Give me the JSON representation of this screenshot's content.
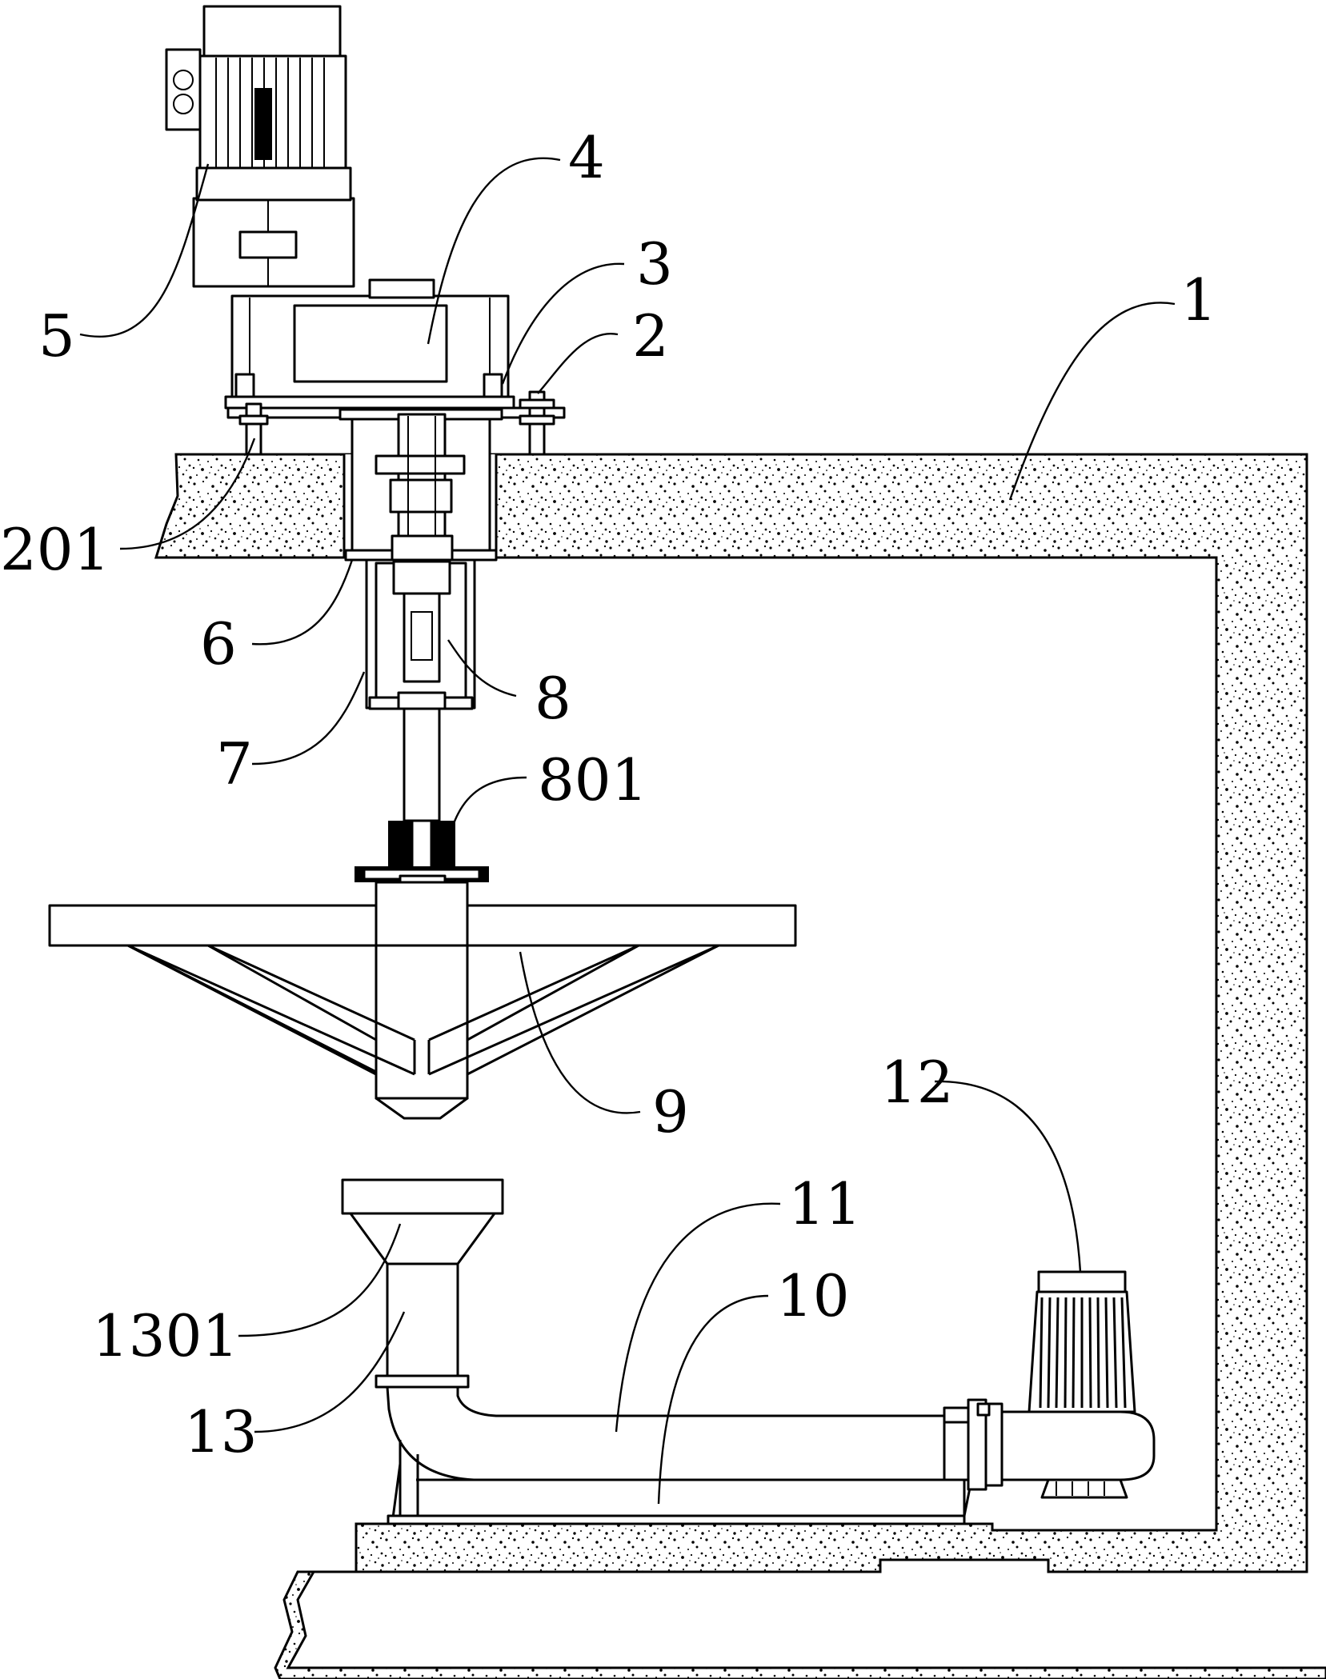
{
  "labels": {
    "l1": "1",
    "l2": "2",
    "l201": "201",
    "l3": "3",
    "l4": "4",
    "l5": "5",
    "l6": "6",
    "l7": "7",
    "l8": "8",
    "l801": "801",
    "l9": "9",
    "l10": "10",
    "l11": "11",
    "l12": "12",
    "l13": "13",
    "l1301": "1301"
  },
  "colors": {
    "line": "#000000",
    "background": "#ffffff",
    "concrete_speckle": "#000000"
  }
}
